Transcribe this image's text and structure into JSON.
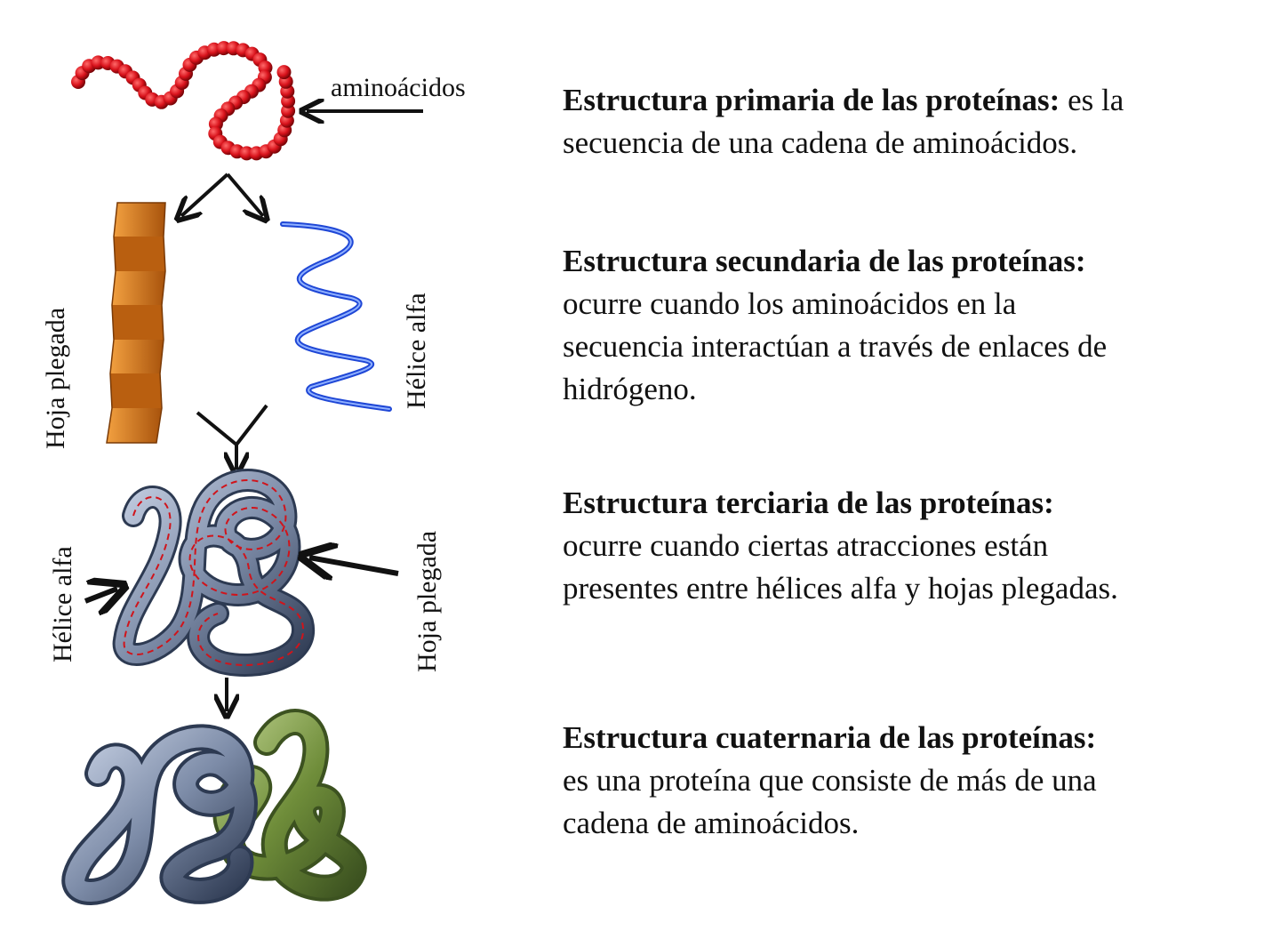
{
  "diagram": {
    "label_aminoacidos": "aminoácidos",
    "label_hoja_plegada_1": "Hoja  plegada",
    "label_helice_alfa_1": "Hélice alfa",
    "label_helice_alfa_2": "Hélice alfa",
    "label_hoja_plegada_2": "Hoja  plegada",
    "colors": {
      "amino_red": "#d8121b",
      "sheet_orange": "#d77518",
      "helix_blue": "#1f47d6",
      "tertiary_slate": "#5b6b85",
      "tertiary_red": "#d0141b",
      "quaternary_green": "#5f7d2f",
      "arrow_black": "#111111"
    }
  },
  "blocks": [
    {
      "title": "Estructura primaria de las proteínas:",
      "lines": [
        "es la",
        "secuencia de una cadena de aminoácidos."
      ]
    },
    {
      "title": "Estructura secundaria de las proteínas:",
      "lines": [
        "ocurre cuando los aminoácidos en la",
        "secuencia interactúan a través de enlaces de",
        "hidrógeno."
      ]
    },
    {
      "title": "Estructura terciaria de las proteínas:",
      "lines": [
        "ocurre cuando  ciertas atracciones están",
        "presentes entre hélices alfa y hojas plegadas."
      ]
    },
    {
      "title": "Estructura cuaternaria de las proteínas:",
      "lines": [
        "es una proteína que consiste de más de una",
        "cadena de aminoácidos."
      ]
    }
  ]
}
